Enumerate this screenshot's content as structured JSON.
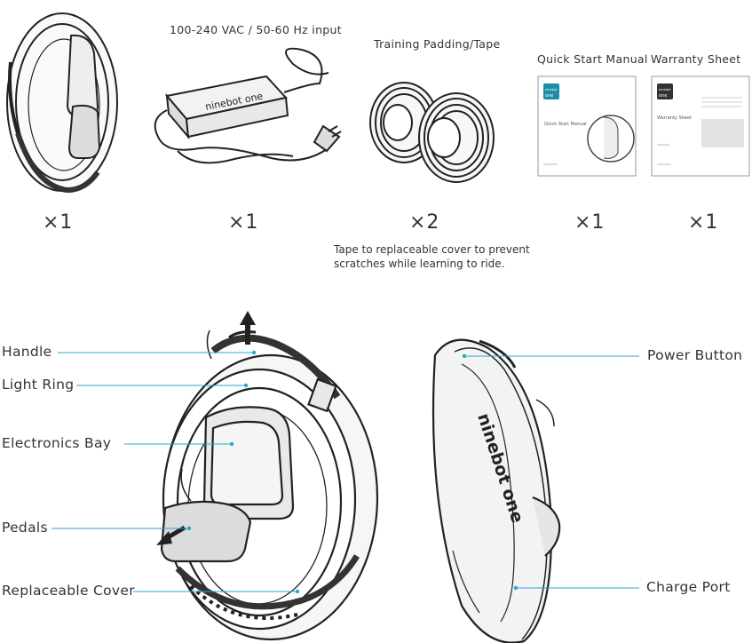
{
  "contents": {
    "adapter_caption": "100-240 VAC / 50-60 Hz input",
    "padding_caption": "Training Padding/Tape",
    "manual_caption": "Quick Start Manual",
    "warranty_caption": "Warranty Sheet",
    "qty_unicycle": "×1",
    "qty_adapter": "×1",
    "qty_padding": "×2",
    "qty_manual": "×1",
    "qty_warranty": "×1",
    "padding_note": [
      "Tape to replaceable cover to prevent",
      "scratches while learning to ride."
    ],
    "adapter_brand": "ninebot one",
    "manual_cover_title": "Quick Start Manual",
    "warranty_cover_title": "Warranty Sheet",
    "booklet_logo_top": "ninebot",
    "booklet_logo_bottom": "one"
  },
  "diagram": {
    "left_labels": [
      "Handle",
      "Light Ring",
      "Electronics Bay",
      "Pedals",
      "Replaceable Cover"
    ],
    "right_labels": [
      "Power Button",
      "Charge Port"
    ],
    "side_brand": "ninebot one"
  },
  "colors": {
    "leader": "#2aa6d9",
    "ink": "#333333",
    "logo_teal": "#1b8fa6"
  }
}
